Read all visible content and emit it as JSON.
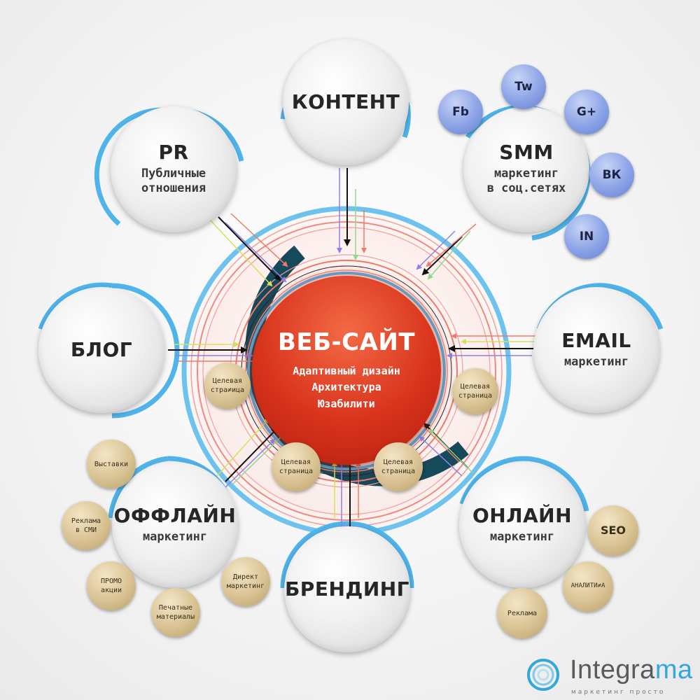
{
  "center": {
    "title": "ВЕБ-САЙТ",
    "lines": [
      "Адаптивный дизайн",
      "Архитектура",
      "Юзабилити"
    ]
  },
  "nodes": {
    "content": {
      "title": "КОНТЕНТ"
    },
    "pr": {
      "title": "PR",
      "sub1": "Публичные",
      "sub2": "отношения"
    },
    "smm": {
      "title": "SMM",
      "sub1": "маркетинг",
      "sub2": "в соц.сетях"
    },
    "blog": {
      "title": "БЛОГ"
    },
    "email": {
      "title": "EMAIL",
      "sub1": "маркетинг"
    },
    "offline": {
      "title": "ОФФЛАЙН",
      "sub1": "маркетинг"
    },
    "online": {
      "title": "ОНЛАЙН",
      "sub1": "маркетинг"
    },
    "branding": {
      "title": "БРЕНДИНГ"
    }
  },
  "social": [
    "Fb",
    "Tw",
    "G+",
    "ВК",
    "IN"
  ],
  "landing_pages": {
    "left": [
      "Целевая",
      "стра≠ица"
    ],
    "right": [
      "Целевая",
      "страница"
    ],
    "bottom_left": [
      "Целевая",
      "страница"
    ],
    "bottom_right": [
      "Целевая",
      "страница"
    ]
  },
  "offline_channels": {
    "exhibitions": [
      "Выставки"
    ],
    "media_ads": [
      "Реклама",
      "в СМИ"
    ],
    "promo": [
      "ПРОМО",
      "акции"
    ],
    "print": [
      "Печатные",
      "материалы"
    ],
    "direct": [
      "Директ",
      "маркетинг"
    ]
  },
  "online_channels": {
    "seo": [
      "SEO"
    ],
    "analytics": [
      "АНАЛИТИ≠А"
    ],
    "ads": [
      "Реклама"
    ]
  },
  "logo": {
    "word_main": "Integra",
    "word_accent": "ma",
    "tagline": "маркетинг просто"
  },
  "colors": {
    "core_red": "#d8331c",
    "accent_blue": "#4fb4ea",
    "dark_teal": "#16495a",
    "social_blue": "#8ba3e6",
    "channel_gold": "#d9c293"
  }
}
